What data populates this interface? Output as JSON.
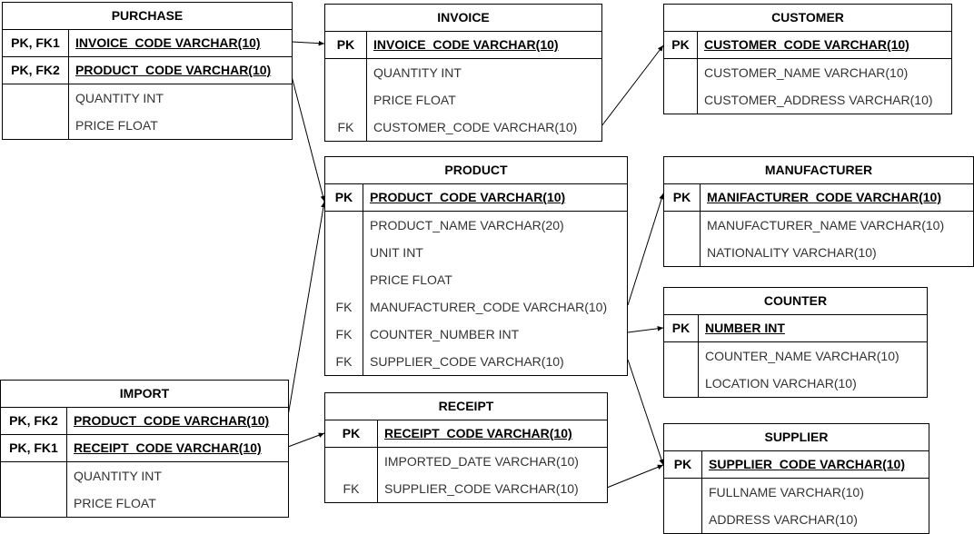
{
  "entities": [
    {
      "id": "purchase",
      "title": "PURCHASE",
      "pk": [
        {
          "key": "PK, FK1",
          "field": "INVOICE_CODE VARCHAR(10)"
        },
        {
          "key": "PK, FK2",
          "field": "PRODUCT_CODE VARCHAR(10)"
        }
      ],
      "fields": [
        {
          "key": "",
          "field": "QUANTITY INT"
        },
        {
          "key": "",
          "field": "PRICE FLOAT"
        }
      ]
    },
    {
      "id": "invoice",
      "title": "INVOICE",
      "pk": [
        {
          "key": "PK",
          "field": "INVOICE_CODE VARCHAR(10)"
        }
      ],
      "fields": [
        {
          "key": "",
          "field": "QUANTITY INT"
        },
        {
          "key": "",
          "field": "PRICE FLOAT"
        },
        {
          "key": "FK",
          "field": "CUSTOMER_CODE VARCHAR(10)"
        }
      ]
    },
    {
      "id": "customer",
      "title": "CUSTOMER",
      "pk": [
        {
          "key": "PK",
          "field": "CUSTOMER_CODE VARCHAR(10)"
        }
      ],
      "fields": [
        {
          "key": "",
          "field": "CUSTOMER_NAME VARCHAR(10)"
        },
        {
          "key": "",
          "field": "CUSTOMER_ADDRESS VARCHAR(10)"
        }
      ]
    },
    {
      "id": "product",
      "title": "PRODUCT",
      "pk": [
        {
          "key": "PK",
          "field": "PRODUCT_CODE VARCHAR(10)"
        }
      ],
      "fields": [
        {
          "key": "",
          "field": "PRODUCT_NAME VARCHAR(20)"
        },
        {
          "key": "",
          "field": "UNIT INT"
        },
        {
          "key": "",
          "field": "PRICE FLOAT"
        },
        {
          "key": "FK",
          "field": "MANUFACTURER_CODE VARCHAR(10)"
        },
        {
          "key": "FK",
          "field": "COUNTER_NUMBER INT"
        },
        {
          "key": "FK",
          "field": "SUPPLIER_CODE VARCHAR(10)"
        }
      ]
    },
    {
      "id": "manufacturer",
      "title": "MANUFACTURER",
      "pk": [
        {
          "key": "PK",
          "field": "MANIFACTURER_CODE VARCHAR(10)"
        }
      ],
      "fields": [
        {
          "key": "",
          "field": "MANUFACTURER_NAME VARCHAR(10)"
        },
        {
          "key": "",
          "field": "NATIONALITY VARCHAR(10)"
        }
      ]
    },
    {
      "id": "counter",
      "title": "COUNTER",
      "pk": [
        {
          "key": "PK",
          "field": "NUMBER INT"
        }
      ],
      "fields": [
        {
          "key": "",
          "field": "COUNTER_NAME VARCHAR(10)"
        },
        {
          "key": "",
          "field": "LOCATION VARCHAR(10)"
        }
      ]
    },
    {
      "id": "import",
      "title": "IMPORT",
      "pk": [
        {
          "key": "PK, FK2",
          "field": "PRODUCT_CODE VARCHAR(10)"
        },
        {
          "key": "PK, FK1",
          "field": "RECEIPT_CODE VARCHAR(10)"
        }
      ],
      "fields": [
        {
          "key": "",
          "field": "QUANTITY INT"
        },
        {
          "key": "",
          "field": "PRICE FLOAT"
        }
      ]
    },
    {
      "id": "receipt",
      "title": "RECEIPT",
      "pk": [
        {
          "key": "PK",
          "field": "RECEIPT_CODE VARCHAR(10)"
        }
      ],
      "fields": [
        {
          "key": "",
          "field": "IMPORTED_DATE VARCHAR(10)"
        },
        {
          "key": "FK",
          "field": "SUPPLIER_CODE VARCHAR(10)"
        }
      ]
    },
    {
      "id": "supplier",
      "title": "SUPPLIER",
      "pk": [
        {
          "key": "PK",
          "field": "SUPPLIER_CODE VARCHAR(10)"
        }
      ],
      "fields": [
        {
          "key": "",
          "field": "FULLNAME VARCHAR(10)"
        },
        {
          "key": "",
          "field": "ADDRESS VARCHAR(10)"
        }
      ]
    }
  ],
  "relationships": [
    {
      "from": "purchase.invoice_code",
      "to": "invoice.invoice_code"
    },
    {
      "from": "purchase.product_code",
      "to": "product.product_code"
    },
    {
      "from": "invoice.customer_code",
      "to": "customer.customer_code"
    },
    {
      "from": "product.manufacturer_code",
      "to": "manufacturer.manifacturer_code"
    },
    {
      "from": "product.counter_number",
      "to": "counter.number"
    },
    {
      "from": "product.supplier_code",
      "to": "supplier.supplier_code"
    },
    {
      "from": "import.product_code",
      "to": "product.product_code"
    },
    {
      "from": "import.receipt_code",
      "to": "receipt.receipt_code"
    },
    {
      "from": "receipt.supplier_code",
      "to": "supplier.supplier_code"
    }
  ]
}
